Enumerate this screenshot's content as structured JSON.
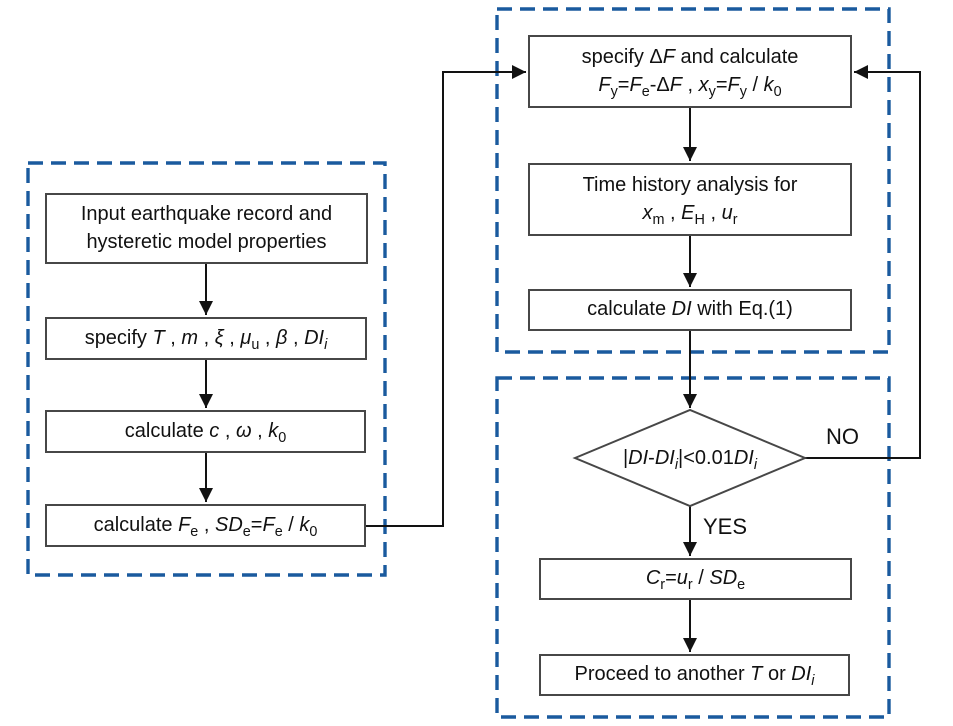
{
  "colors": {
    "group_border": "#1a5a9e",
    "box_border": "#474747",
    "arrow": "#121212",
    "text": "#111111",
    "background": "#ffffff"
  },
  "nodes": {
    "input_record": "Input earthquake record and<br>hysteretic model properties",
    "specify_params": "specify <i>T</i> , <i>m</i> , <i>ξ</i> , <i>μ</i><sub>u</sub> , <i>β</i> , <i>DI</i><sub><i>i</i></sub>",
    "calculate_cwk": "calculate <i>c</i> , <i>ω</i> , <i>k</i><sub>0</sub>",
    "calculate_fe": "calculate <i>F</i><sub>e</sub> , <i>SD</i><sub>e</sub>=<i>F</i><sub>e</sub> / <i>k</i><sub>0</sub>",
    "specify_df": "specify Δ<i>F</i> and calculate<br><i>F</i><sub>y</sub>=<i>F</i><sub>e</sub>-Δ<i>F</i> , <i>x</i><sub>y</sub>=<i>F</i><sub>y</sub> / <i>k</i><sub>0</sub>",
    "time_history": "Time history analysis for<br><i>x</i><sub>m</sub> , <i>E</i><sub>H</sub> , <i>u</i><sub>r</sub>",
    "calculate_di": "calculate <i>DI</i> with Eq.(1)",
    "decision": "|<i>DI</i>-<i>DI</i><sub><i>i</i></sub>|&lt;0.01<i>DI</i><sub><i>i</i></sub>",
    "cr": "<i>C</i><sub>r</sub>=<i>u</i><sub>r</sub> / <i>SD</i><sub>e</sub>",
    "proceed": "Proceed to another <i>T</i> or <i>DI</i><sub><i>i</i></sub>",
    "no_label": "NO",
    "yes_label": "YES"
  }
}
